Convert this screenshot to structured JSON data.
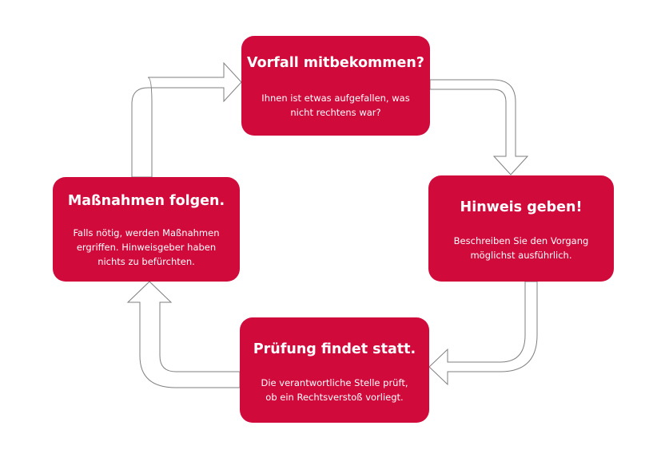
{
  "colors": {
    "box_fill": "#d10a3c",
    "arrow_fill": "#ffffff",
    "arrow_stroke": "#7f7f7f",
    "text": "#ffffff"
  },
  "steps": [
    {
      "title": "Vorfall mitbekommen?",
      "description": "Ihnen ist etwas aufgefallen, was\nnicht rechtens war?"
    },
    {
      "title": "Hinweis geben!",
      "description": "Beschreiben Sie den Vorgang\nmöglichst ausführlich."
    },
    {
      "title": "Prüfung findet statt.",
      "description": "Die verantwortliche Stelle prüft,\nob ein Rechtsverstoß vorliegt."
    },
    {
      "title": "Maßnahmen folgen.",
      "description": "Falls nötig, werden Maßnahmen\nergriffen. Hinweisgeber haben\nnichts zu befürchten."
    }
  ]
}
